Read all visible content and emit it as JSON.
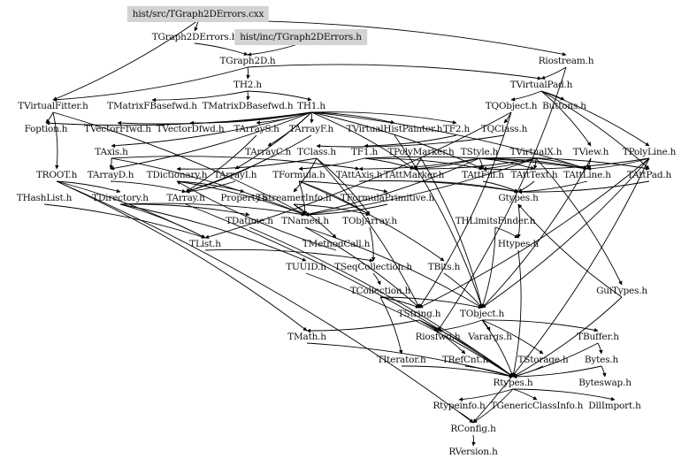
{
  "diagram": {
    "title": "hist/src/TGraph2DErrors.cxx include dependency graph",
    "highlighted_nodes": [
      "hist/src/TGraph2DErrors.cxx",
      "hist/inc/TGraph2DErrors.h"
    ],
    "highlight_color": "#d3d3d3",
    "edge_color": "#000000",
    "nodes": [
      {
        "id": "src",
        "label": "hist/src/TGraph2DErrors.cxx"
      },
      {
        "id": "TGraph2DErrors",
        "label": "TGraph2DErrors.h"
      },
      {
        "id": "inc",
        "label": "hist/inc/TGraph2DErrors.h"
      },
      {
        "id": "TGraph2D",
        "label": "TGraph2D.h"
      },
      {
        "id": "Riostream",
        "label": "Riostream.h"
      },
      {
        "id": "TH2",
        "label": "TH2.h"
      },
      {
        "id": "TVirtualPad",
        "label": "TVirtualPad.h"
      },
      {
        "id": "TVirtualFitter",
        "label": "TVirtualFitter.h"
      },
      {
        "id": "TMatrixFBasefwd",
        "label": "TMatrixFBasefwd.h"
      },
      {
        "id": "TMatrixDBasefwd",
        "label": "TMatrixDBasefwd.h"
      },
      {
        "id": "TH1",
        "label": "TH1.h"
      },
      {
        "id": "TQObject",
        "label": "TQObject.h"
      },
      {
        "id": "Buttons",
        "label": "Buttons.h"
      },
      {
        "id": "Foption",
        "label": "Foption.h"
      },
      {
        "id": "TVectorFfwd",
        "label": "TVectorFfwd.h"
      },
      {
        "id": "TVectorDfwd",
        "label": "TVectorDfwd.h"
      },
      {
        "id": "TArrayS",
        "label": "TArrayS.h"
      },
      {
        "id": "TArrayF",
        "label": "TArrayF.h"
      },
      {
        "id": "TVirtualHistPainter",
        "label": "TVirtualHistPainter.h"
      },
      {
        "id": "TF2",
        "label": "TF2.h"
      },
      {
        "id": "TQClass",
        "label": "TQClass.h"
      },
      {
        "id": "TAxis",
        "label": "TAxis.h"
      },
      {
        "id": "TArrayC",
        "label": "TArrayC.h"
      },
      {
        "id": "TClass",
        "label": "TClass.h"
      },
      {
        "id": "TF1",
        "label": "TF1.h"
      },
      {
        "id": "TPolyMarker",
        "label": "TPolyMarker.h"
      },
      {
        "id": "TStyle",
        "label": "TStyle.h"
      },
      {
        "id": "TVirtualX",
        "label": "TVirtualX.h"
      },
      {
        "id": "TView",
        "label": "TView.h"
      },
      {
        "id": "TPolyLine",
        "label": "TPolyLine.h"
      },
      {
        "id": "TROOT",
        "label": "TROOT.h"
      },
      {
        "id": "TArrayD",
        "label": "TArrayD.h"
      },
      {
        "id": "TDictionary",
        "label": "TDictionary.h"
      },
      {
        "id": "TArrayI",
        "label": "TArrayI.h"
      },
      {
        "id": "TFormula",
        "label": "TFormula.h"
      },
      {
        "id": "TAttAxis",
        "label": "TAttAxis.h"
      },
      {
        "id": "TAttMarker",
        "label": "TAttMarker.h"
      },
      {
        "id": "TAttFill",
        "label": "TAttFill.h"
      },
      {
        "id": "TAttText",
        "label": "TAttText.h"
      },
      {
        "id": "TAttLine",
        "label": "TAttLine.h"
      },
      {
        "id": "TAttPad",
        "label": "TAttPad.h"
      },
      {
        "id": "THashList",
        "label": "THashList.h"
      },
      {
        "id": "TDirectory",
        "label": "TDirectory.h"
      },
      {
        "id": "TArray",
        "label": "TArray.h"
      },
      {
        "id": "Property",
        "label": "Property.h"
      },
      {
        "id": "TStreamerInfo",
        "label": "TStreamerInfo.h"
      },
      {
        "id": "TFormulaPrimitive",
        "label": "TFormulaPrimitive.h"
      },
      {
        "id": "Gtypes",
        "label": "Gtypes.h"
      },
      {
        "id": "TDatime",
        "label": "TDatime.h"
      },
      {
        "id": "TNamed",
        "label": "TNamed.h"
      },
      {
        "id": "TObjArray",
        "label": "TObjArray.h"
      },
      {
        "id": "THLimitsFinder",
        "label": "THLimitsFinder.h"
      },
      {
        "id": "TList",
        "label": "TList.h"
      },
      {
        "id": "TMethodCall",
        "label": "TMethodCall.h"
      },
      {
        "id": "Htypes",
        "label": "Htypes.h"
      },
      {
        "id": "TUUID",
        "label": "TUUID.h"
      },
      {
        "id": "TSeqCollection",
        "label": "TSeqCollection.h"
      },
      {
        "id": "TBits",
        "label": "TBits.h"
      },
      {
        "id": "TCollection",
        "label": "TCollection.h"
      },
      {
        "id": "GuiTypes",
        "label": "GuiTypes.h"
      },
      {
        "id": "TString",
        "label": "TString.h"
      },
      {
        "id": "TObject",
        "label": "TObject.h"
      },
      {
        "id": "TMath",
        "label": "TMath.h"
      },
      {
        "id": "Riosfwd",
        "label": "Riosfwd.h"
      },
      {
        "id": "Varargs",
        "label": "Varargs.h"
      },
      {
        "id": "TBuffer",
        "label": "TBuffer.h"
      },
      {
        "id": "TIterator",
        "label": "TIterator.h"
      },
      {
        "id": "TRefCnt",
        "label": "TRefCnt.h"
      },
      {
        "id": "TStorage",
        "label": "TStorage.h"
      },
      {
        "id": "Bytes",
        "label": "Bytes.h"
      },
      {
        "id": "Rtypes",
        "label": "Rtypes.h"
      },
      {
        "id": "Byteswap",
        "label": "Byteswap.h"
      },
      {
        "id": "Rtypeinfo",
        "label": "Rtypeinfo.h"
      },
      {
        "id": "TGenericClassInfo",
        "label": "TGenericClassInfo.h"
      },
      {
        "id": "DllImport",
        "label": "DllImport.h"
      },
      {
        "id": "RConfig",
        "label": "RConfig.h"
      },
      {
        "id": "RVersion",
        "label": "RVersion.h"
      }
    ],
    "edges": [
      [
        "src",
        "TGraph2DErrors"
      ],
      [
        "src",
        "Riostream"
      ],
      [
        "src",
        "TVirtualFitter"
      ],
      [
        "TGraph2DErrors",
        "TGraph2D"
      ],
      [
        "inc",
        "TGraph2D"
      ],
      [
        "TGraph2D",
        "TH2"
      ],
      [
        "TGraph2D",
        "TVirtualFitter"
      ],
      [
        "TGraph2D",
        "TVirtualPad"
      ],
      [
        "TH2",
        "TMatrixFBasefwd"
      ],
      [
        "TH2",
        "TMatrixDBasefwd"
      ],
      [
        "TH2",
        "TH1"
      ],
      [
        "Riostream",
        "TVirtualPad"
      ],
      [
        "Riostream",
        "Riosfwd"
      ],
      [
        "TVirtualPad",
        "TQObject"
      ],
      [
        "TVirtualPad",
        "Buttons"
      ],
      [
        "TVirtualPad",
        "TView"
      ],
      [
        "TVirtualPad",
        "TPolyLine"
      ],
      [
        "TVirtualPad",
        "TAttPad"
      ],
      [
        "TVirtualFitter",
        "Foption"
      ],
      [
        "TVirtualFitter",
        "TROOT"
      ],
      [
        "TVirtualFitter",
        "TNamed"
      ],
      [
        "TH1",
        "TAxis"
      ],
      [
        "TH1",
        "TArrayS"
      ],
      [
        "TH1",
        "TArrayF"
      ],
      [
        "TH1",
        "TVirtualHistPainter"
      ],
      [
        "TH1",
        "TArrayC"
      ],
      [
        "TH1",
        "TArrayD"
      ],
      [
        "TH1",
        "TArrayI"
      ],
      [
        "TH1",
        "TAttFill"
      ],
      [
        "TH1",
        "TAttLine"
      ],
      [
        "TH1",
        "TAttMarker"
      ],
      [
        "TH1",
        "TVectorFfwd"
      ],
      [
        "TH1",
        "TVectorDfwd"
      ],
      [
        "TH1",
        "TF2"
      ],
      [
        "TH1",
        "Foption"
      ],
      [
        "TQObject",
        "TQClass"
      ],
      [
        "TQObject",
        "TList"
      ],
      [
        "TQObject",
        "TString"
      ],
      [
        "TArrayS",
        "TArray"
      ],
      [
        "TArrayF",
        "TArray"
      ],
      [
        "TArrayC",
        "TArray"
      ],
      [
        "TArrayD",
        "TArray"
      ],
      [
        "TArrayI",
        "TArray"
      ],
      [
        "TVirtualHistPainter",
        "TObject"
      ],
      [
        "TF2",
        "TF1"
      ],
      [
        "TQClass",
        "TClass"
      ],
      [
        "TAxis",
        "TNamed"
      ],
      [
        "TAxis",
        "TAttAxis"
      ],
      [
        "TAxis",
        "TArrayD"
      ],
      [
        "TClass",
        "TDictionary"
      ],
      [
        "TClass",
        "TStreamerInfo"
      ],
      [
        "TClass",
        "TObjArray"
      ],
      [
        "TClass",
        "TString"
      ],
      [
        "TF1",
        "TFormula"
      ],
      [
        "TF1",
        "TAttLine"
      ],
      [
        "TF1",
        "TAttFill"
      ],
      [
        "TF1",
        "TAttMarker"
      ],
      [
        "TPolyMarker",
        "TObject"
      ],
      [
        "TPolyMarker",
        "TAttMarker"
      ],
      [
        "TStyle",
        "TNamed"
      ],
      [
        "TStyle",
        "TAttAxis"
      ],
      [
        "TStyle",
        "TAttLine"
      ],
      [
        "TStyle",
        "TAttFill"
      ],
      [
        "TStyle",
        "TAttText"
      ],
      [
        "TStyle",
        "TAttMarker"
      ],
      [
        "TStyle",
        "TAttPad"
      ],
      [
        "TVirtualX",
        "TNamed"
      ],
      [
        "TVirtualX",
        "TAttLine"
      ],
      [
        "TVirtualX",
        "TAttFill"
      ],
      [
        "TVirtualX",
        "TAttText"
      ],
      [
        "TVirtualX",
        "TAttMarker"
      ],
      [
        "TVirtualX",
        "GuiTypes"
      ],
      [
        "TView",
        "TObject"
      ],
      [
        "TView",
        "TAttLine"
      ],
      [
        "TPolyLine",
        "TString"
      ],
      [
        "TPolyLine",
        "TObject"
      ],
      [
        "TPolyLine",
        "TAttLine"
      ],
      [
        "TPolyLine",
        "TAttFill"
      ],
      [
        "TROOT",
        "TDirectory"
      ],
      [
        "TROOT",
        "TList"
      ],
      [
        "TDictionary",
        "TNamed"
      ],
      [
        "TDictionary",
        "Property"
      ],
      [
        "TFormula",
        "TNamed"
      ],
      [
        "TFormula",
        "TBits"
      ],
      [
        "TFormula",
        "TObjArray"
      ],
      [
        "TFormula",
        "TFormulaPrimitive"
      ],
      [
        "TAttAxis",
        "Gtypes"
      ],
      [
        "TAttMarker",
        "Gtypes"
      ],
      [
        "TAttFill",
        "Gtypes"
      ],
      [
        "TAttText",
        "Gtypes"
      ],
      [
        "TAttLine",
        "Gtypes"
      ],
      [
        "TAttPad",
        "Gtypes"
      ],
      [
        "THashList",
        "TList"
      ],
      [
        "TDirectory",
        "TNamed"
      ],
      [
        "TDirectory",
        "TDatime"
      ],
      [
        "TDirectory",
        "TUUID"
      ],
      [
        "TDirectory",
        "TList"
      ],
      [
        "TArray",
        "Rtypes"
      ],
      [
        "TStreamerInfo",
        "TNamed"
      ],
      [
        "TStreamerInfo",
        "TObjArray"
      ],
      [
        "TStreamerInfo",
        "TMethodCall"
      ],
      [
        "TFormulaPrimitive",
        "TNamed"
      ],
      [
        "Gtypes",
        "Htypes"
      ],
      [
        "TDatime",
        "Rtypes"
      ],
      [
        "TNamed",
        "TObject"
      ],
      [
        "TNamed",
        "TString"
      ],
      [
        "TObjArray",
        "TSeqCollection"
      ],
      [
        "THLimitsFinder",
        "Htypes"
      ],
      [
        "THLimitsFinder",
        "TObject"
      ],
      [
        "TList",
        "TSeqCollection"
      ],
      [
        "TMethodCall",
        "TDictionary"
      ],
      [
        "Htypes",
        "Rtypes"
      ],
      [
        "TUUID",
        "Rtypes"
      ],
      [
        "TSeqCollection",
        "TCollection"
      ],
      [
        "TBits",
        "TObject"
      ],
      [
        "TCollection",
        "TObject"
      ],
      [
        "TCollection",
        "TIterator"
      ],
      [
        "TCollection",
        "TString"
      ],
      [
        "GuiTypes",
        "Rtypes"
      ],
      [
        "GuiTypes",
        "Gtypes"
      ],
      [
        "TString",
        "TMath"
      ],
      [
        "TString",
        "TRefCnt"
      ],
      [
        "TString",
        "Riosfwd"
      ],
      [
        "TString",
        "Rtypes"
      ],
      [
        "TObject",
        "Riosfwd"
      ],
      [
        "TObject",
        "Varargs"
      ],
      [
        "TObject",
        "TStorage"
      ],
      [
        "TObject",
        "TBuffer"
      ],
      [
        "TObject",
        "Rtypes"
      ],
      [
        "TMath",
        "Rtypes"
      ],
      [
        "TBuffer",
        "Bytes"
      ],
      [
        "TBuffer",
        "Rtypes"
      ],
      [
        "TIterator",
        "Rtypes"
      ],
      [
        "TRefCnt",
        "Rtypes"
      ],
      [
        "TStorage",
        "Rtypes"
      ],
      [
        "Bytes",
        "Byteswap"
      ],
      [
        "Bytes",
        "Rtypes"
      ],
      [
        "Rtypes",
        "Rtypeinfo"
      ],
      [
        "Rtypes",
        "TGenericClassInfo"
      ],
      [
        "Rtypes",
        "DllImport"
      ],
      [
        "Rtypes",
        "RConfig"
      ],
      [
        "Rtypeinfo",
        "RConfig"
      ],
      [
        "TROOT",
        "TMath"
      ],
      [
        "TROOT",
        "RConfig"
      ],
      [
        "TPolyLine",
        "RConfig"
      ],
      [
        "RConfig",
        "RVersion"
      ]
    ]
  }
}
